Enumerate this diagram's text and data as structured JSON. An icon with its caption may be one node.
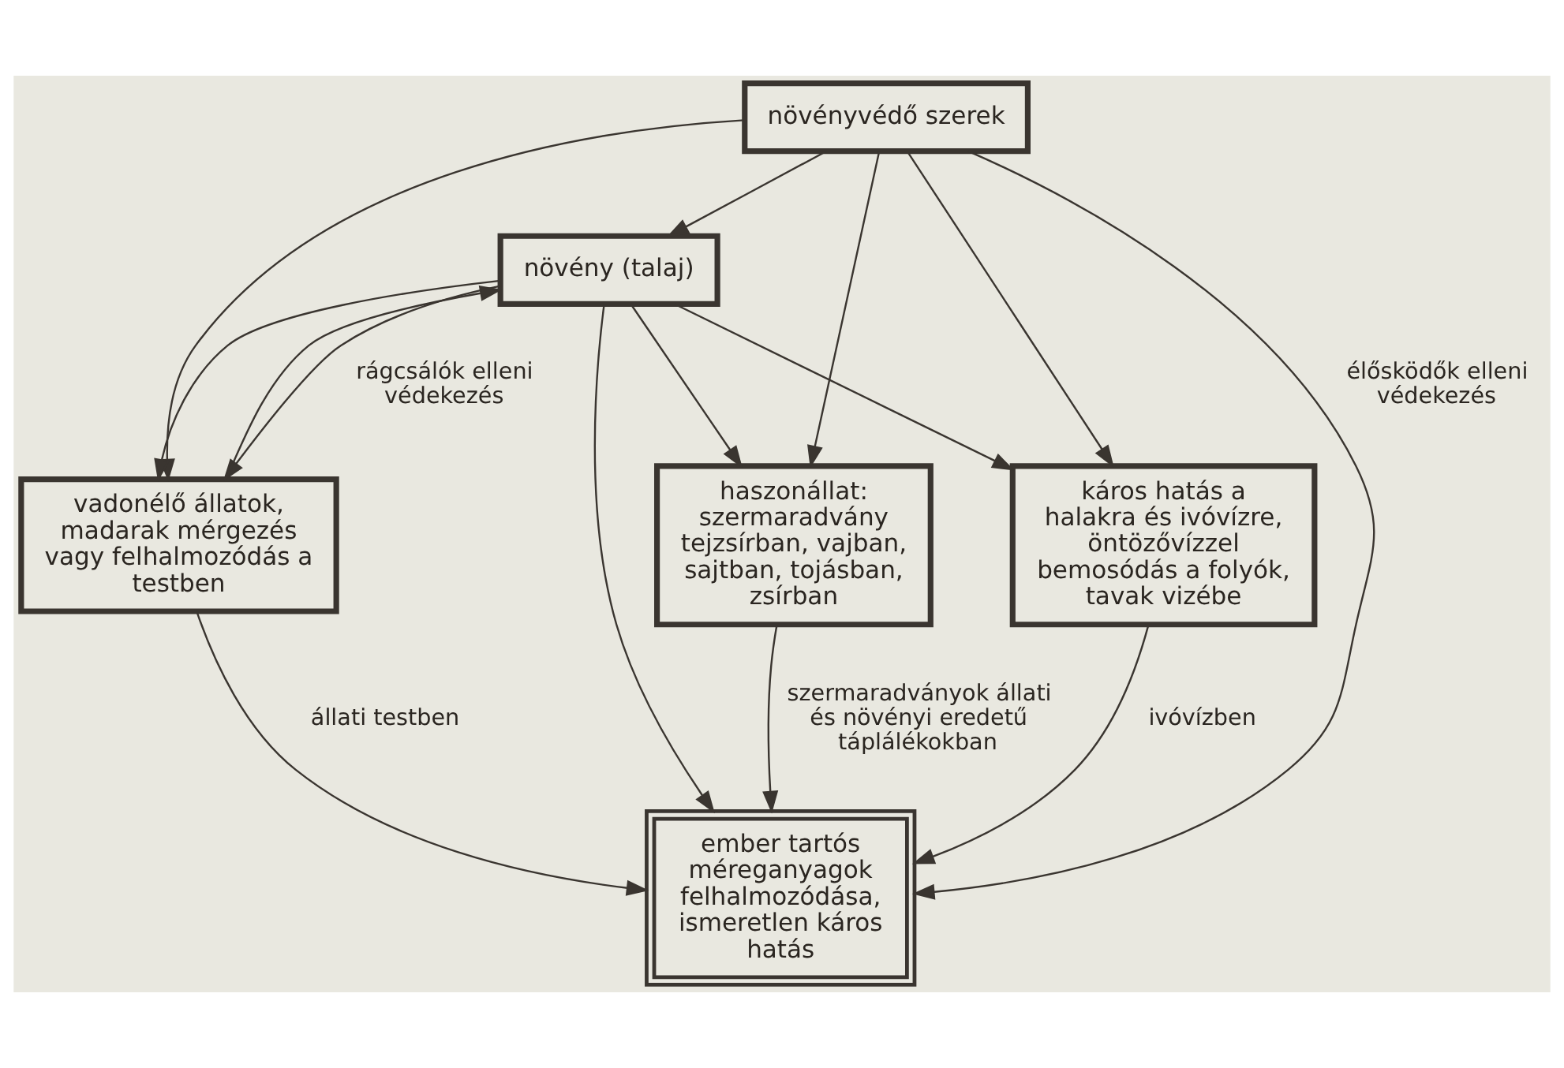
{
  "diagram": {
    "nodes": [
      {
        "text": [
          "növényvédő szerek"
        ]
      },
      {
        "text": [
          "növény (talaj)"
        ]
      },
      {
        "text": [
          "vadonélő állatok, madarak mérgezés vagy felhalmozódás a testben"
        ]
      },
      {
        "text": [
          "káros hatás a halakra és ivóvízre, öntözővízzel bemosódás a folyók, tavak vizébe"
        ]
      },
      {
        "text": [
          "ember tartós méreganyagok felhalmozódása, ismeretlen káros hatás"
        ]
      },
      {
        "text": [
          "haszonállat: szermaradvány tejzsírban, vajban, sajtban, tojásban, zsírban"
        ]
      }
    ],
    "edges": [
      {
        "from": 0,
        "to": 1,
        "arrow": "to"
      },
      {
        "from": 0,
        "to": 4,
        "arrow": "to",
        "label": "élősködők elleni védekezés"
      },
      {
        "from": 0,
        "to": 5,
        "arrow": "to"
      },
      {
        "from": 0,
        "to": 2,
        "arrow": "to"
      },
      {
        "from": 0,
        "to": 3,
        "arrow": "to"
      },
      {
        "from": 1,
        "to": 2,
        "arrow": "to",
        "label": "rágcsálók elleni védekezés"
      },
      {
        "from": 1,
        "to": 3,
        "arrow": "to"
      },
      {
        "from": 1,
        "to": 2,
        "arrow": "to"
      },
      {
        "from": 2,
        "to": 1,
        "arrow": "to"
      },
      {
        "from": 1,
        "to": 5,
        "arrow": "to"
      },
      {
        "from": 1,
        "to": 4,
        "arrow": "to"
      },
      {
        "from": 2,
        "to": 4,
        "arrow": "to",
        "label": "állati testben"
      },
      {
        "from": 3,
        "to": 4,
        "arrow": "to",
        "label": "ivóvízben"
      },
      {
        "from": 5,
        "to": 4,
        "arrow": "to",
        "label": "szermaradványok állati és növényi eredetű táplálékokban"
      }
    ]
  }
}
